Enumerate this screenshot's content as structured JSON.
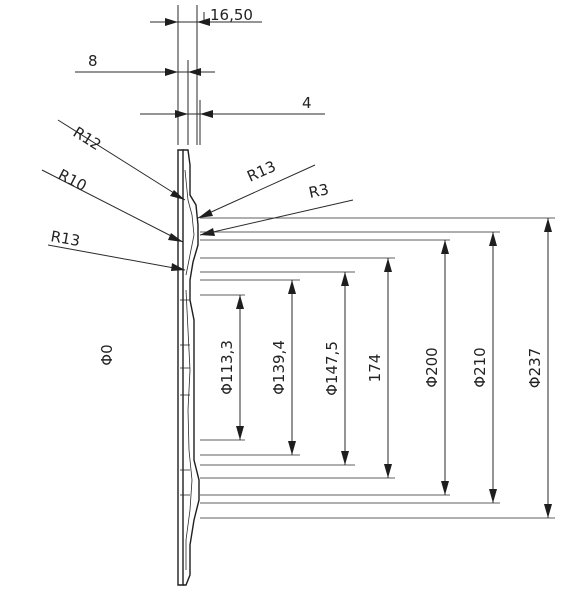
{
  "top_dims": {
    "thickness_16_50": "16,50",
    "thickness_8": "8",
    "thickness_4": "4"
  },
  "radii": {
    "r12": "R12",
    "r10": "R10",
    "r13_lower": "R13",
    "r13_upper": "R13",
    "r3": "R3"
  },
  "center": {
    "label": "Φ0"
  },
  "diameters": [
    {
      "id": "d113",
      "label": "Φ113,3"
    },
    {
      "id": "d139",
      "label": "Φ139,4"
    },
    {
      "id": "d147",
      "label": "Φ147,5"
    },
    {
      "id": "d174",
      "label": "174"
    },
    {
      "id": "d200",
      "label": "Φ200"
    },
    {
      "id": "d210",
      "label": "Φ210"
    },
    {
      "id": "d237",
      "label": "Φ237"
    }
  ]
}
